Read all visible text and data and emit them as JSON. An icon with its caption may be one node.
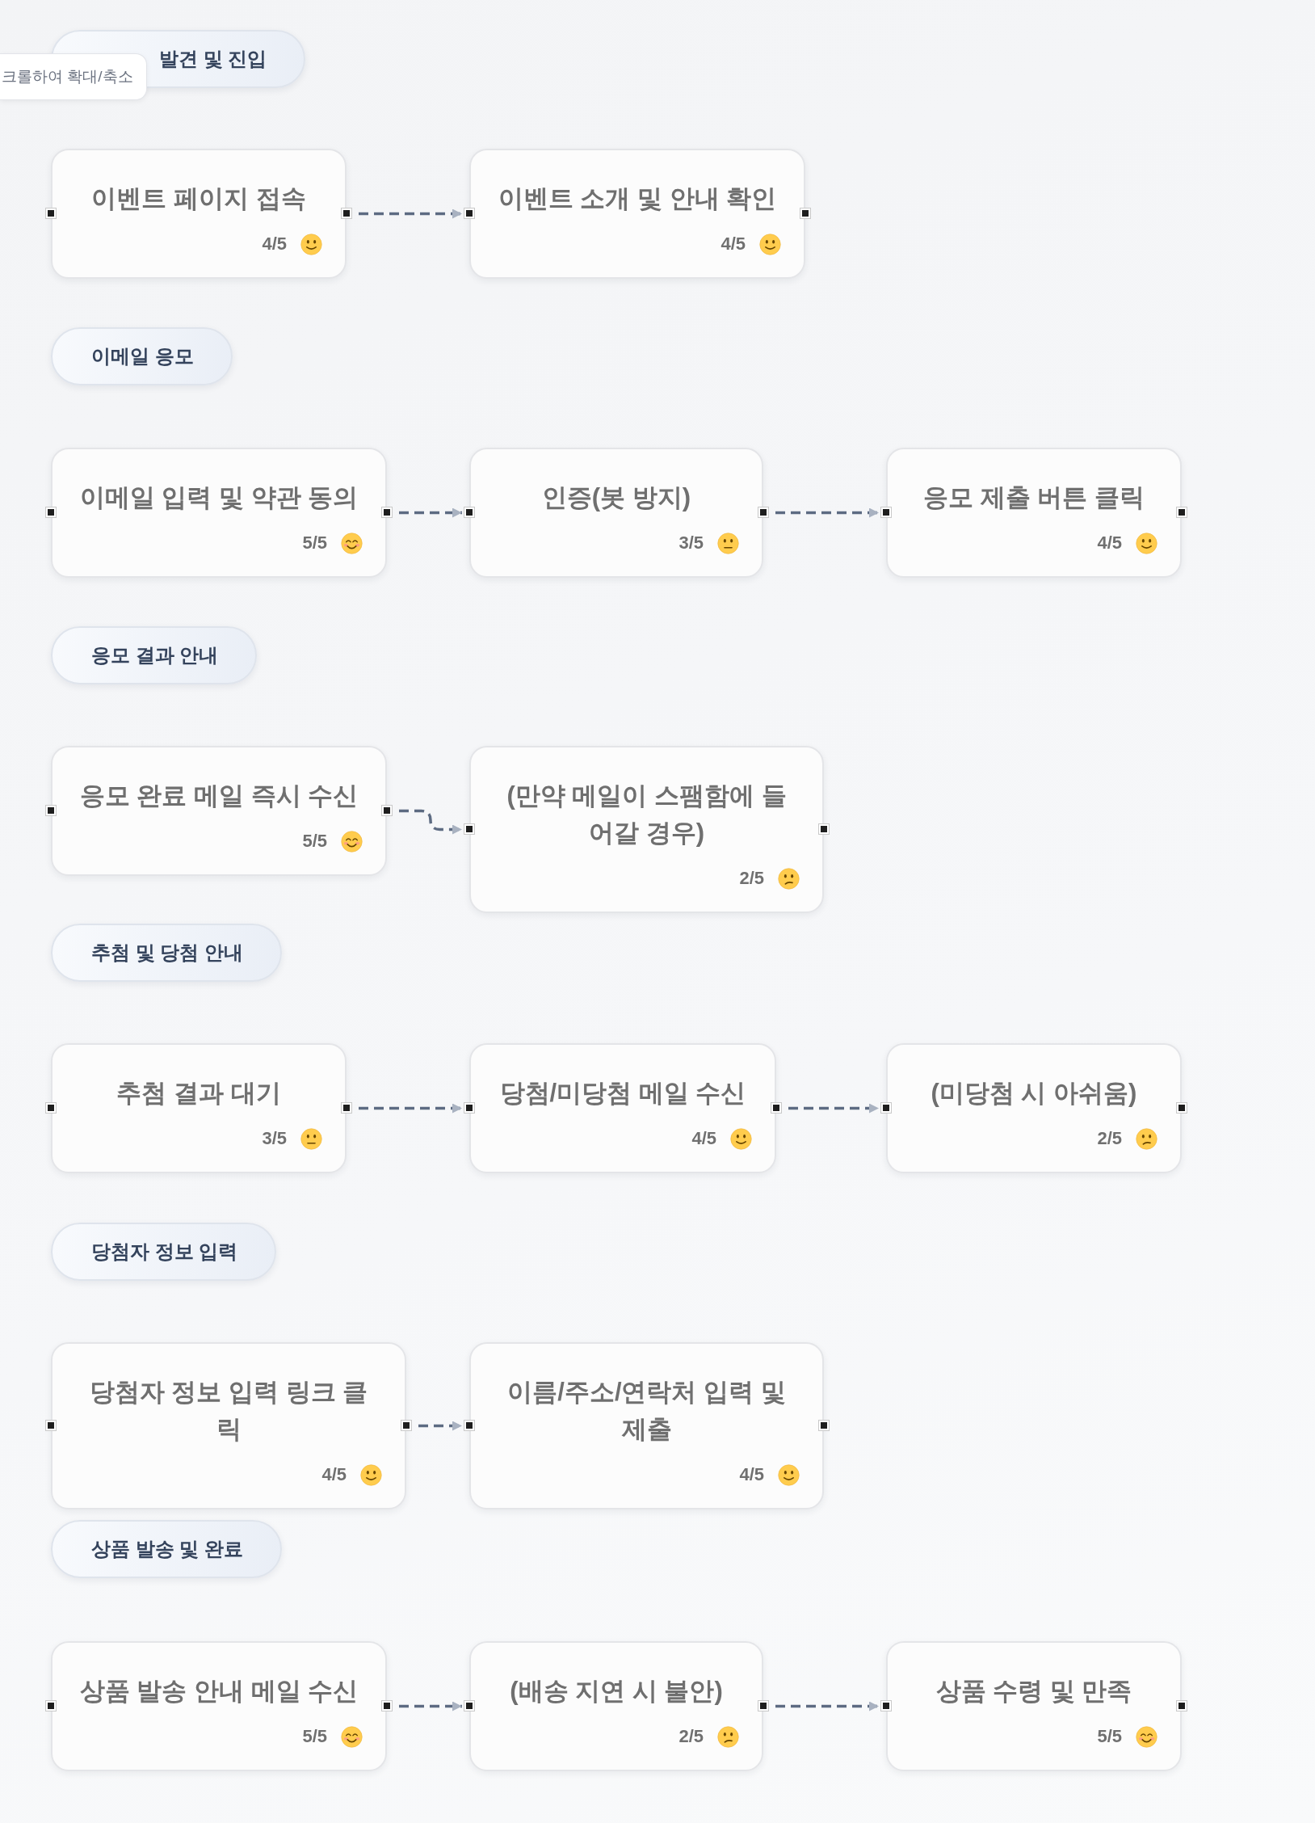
{
  "diagram": {
    "nodes": [
      {
        "text": [
          "발견 및 진입"
        ]
      },
      {
        "text": [
          "이벤트 페이지 접속",
          "4/5"
        ]
      },
      {
        "text": [
          "이벤트 소개 및 안내 확인",
          "4/5"
        ]
      },
      {
        "text": [
          "이메일 응모"
        ]
      },
      {
        "text": [
          "이메일 입력 및 약관 동의",
          "5/5"
        ]
      },
      {
        "text": [
          "인증(봇 방지)",
          "3/5"
        ]
      },
      {
        "text": [
          "응모 제출 버튼 클릭",
          "4/5"
        ]
      },
      {
        "text": [
          "응모 결과 안내"
        ]
      },
      {
        "text": [
          "응모 완료 메일 즉시 수신",
          "5/5"
        ]
      },
      {
        "text": [
          "(만약 메일이 스팸함에 들어갈 경우)",
          "2/5"
        ]
      },
      {
        "text": [
          "추첨 및 당첨 안내"
        ]
      },
      {
        "text": [
          "추첨 결과 대기",
          "3/5"
        ]
      },
      {
        "text": [
          "당첨/미당첨 메일 수신",
          "4/5"
        ]
      },
      {
        "text": [
          "(미당첨 시 아쉬움)",
          "2/5"
        ]
      },
      {
        "text": [
          "당첨자 정보 입력"
        ]
      },
      {
        "text": [
          "당첨자 정보 입력 링크 클릭",
          "4/5"
        ]
      },
      {
        "text": [
          "이름/주소/연락처 입력 및 제출",
          "4/5"
        ]
      },
      {
        "text": [
          "상품 발송 및 완료"
        ]
      },
      {
        "text": [
          "상품 발송 안내 메일 수신",
          "5/5"
        ]
      },
      {
        "text": [
          "(배송 지연 시 불안)",
          "2/5"
        ]
      },
      {
        "text": [
          "상품 수령 및 만족",
          "5/5"
        ]
      }
    ],
    "edges": [
      {
        "from": 1,
        "to": 2,
        "arrow": "to",
        "style": "dashed"
      },
      {
        "from": 4,
        "to": 5,
        "arrow": "to",
        "style": "dashed"
      },
      {
        "from": 5,
        "to": 6,
        "arrow": "to",
        "style": "dashed"
      },
      {
        "from": 8,
        "to": 9,
        "arrow": "to",
        "style": "dashed"
      },
      {
        "from": 11,
        "to": 12,
        "arrow": "to",
        "style": "dashed"
      },
      {
        "from": 12,
        "to": 13,
        "arrow": "to",
        "style": "dashed"
      },
      {
        "from": 15,
        "to": 16,
        "arrow": "to",
        "style": "dashed"
      },
      {
        "from": 18,
        "to": 19,
        "arrow": "to",
        "style": "dashed"
      },
      {
        "from": 19,
        "to": 20,
        "arrow": "to",
        "style": "dashed"
      }
    ],
    "labels": [
      "크롤하여 확대/축소"
    ]
  }
}
